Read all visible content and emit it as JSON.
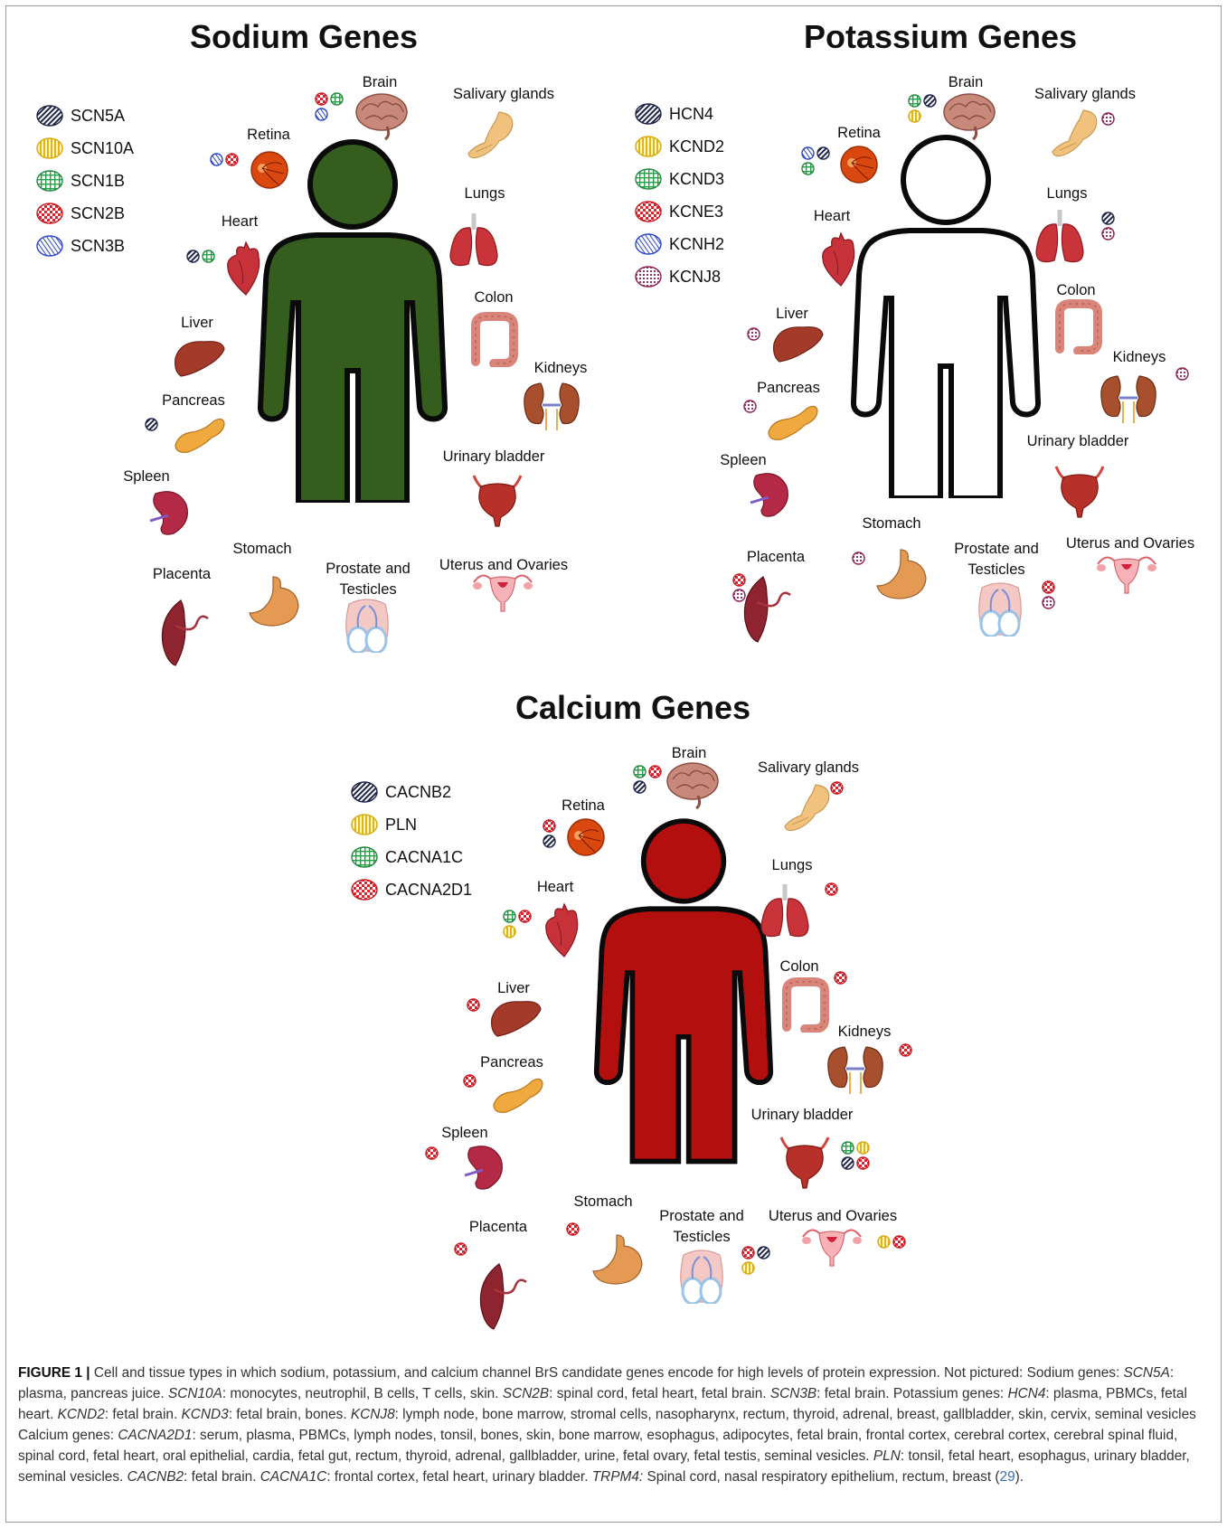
{
  "panels": [
    {
      "id": "sodium",
      "title": "Sodium Genes",
      "body_color": "#355E1E",
      "legend": [
        {
          "gene": "SCN5A",
          "pattern": "diag-navy"
        },
        {
          "gene": "SCN10A",
          "pattern": "vert-yellow"
        },
        {
          "gene": "SCN1B",
          "pattern": "grid-green"
        },
        {
          "gene": "SCN2B",
          "pattern": "check-red"
        },
        {
          "gene": "SCN3B",
          "pattern": "hatch-blue"
        }
      ],
      "organs": {
        "brain": {
          "label": "Brain",
          "markers": [
            "check-red",
            "grid-green",
            "hatch-blue"
          ]
        },
        "salivary": {
          "label": "Salivary glands",
          "markers": []
        },
        "retina": {
          "label": "Retina",
          "markers": [
            "hatch-blue",
            "check-red"
          ]
        },
        "lungs": {
          "label": "Lungs",
          "markers": []
        },
        "heart": {
          "label": "Heart",
          "markers": [
            "diag-navy",
            "grid-green"
          ]
        },
        "colon": {
          "label": "Colon",
          "markers": []
        },
        "liver": {
          "label": "Liver",
          "markers": []
        },
        "kidneys": {
          "label": "Kidneys",
          "markers": []
        },
        "pancreas": {
          "label": "Pancreas",
          "markers": [
            "diag-navy"
          ]
        },
        "bladder": {
          "label": "Urinary bladder",
          "markers": []
        },
        "spleen": {
          "label": "Spleen",
          "markers": []
        },
        "stomach": {
          "label": "Stomach",
          "markers": []
        },
        "prostate": {
          "label": "Prostate and Testicles",
          "markers": []
        },
        "uterus": {
          "label": "Uterus and Ovaries",
          "markers": []
        },
        "placenta": {
          "label": "Placenta",
          "markers": []
        }
      }
    },
    {
      "id": "potassium",
      "title": "Potassium Genes",
      "body_color": "#ffffff",
      "legend": [
        {
          "gene": "HCN4",
          "pattern": "diag-navy"
        },
        {
          "gene": "KCND2",
          "pattern": "vert-yellow"
        },
        {
          "gene": "KCND3",
          "pattern": "grid-green"
        },
        {
          "gene": "KCNE3",
          "pattern": "check-red"
        },
        {
          "gene": "KCNH2",
          "pattern": "hatch-blue"
        },
        {
          "gene": "KCNJ8",
          "pattern": "dots-purple"
        }
      ],
      "organs": {
        "brain": {
          "label": "Brain",
          "markers": [
            "grid-green",
            "diag-navy",
            "vert-yellow"
          ]
        },
        "salivary": {
          "label": "Salivary glands",
          "markers": [
            "dots-purple"
          ]
        },
        "retina": {
          "label": "Retina",
          "markers": [
            "hatch-blue",
            "diag-navy",
            "grid-green"
          ]
        },
        "lungs": {
          "label": "Lungs",
          "markers": [
            "diag-navy",
            "dots-purple"
          ]
        },
        "heart": {
          "label": "Heart",
          "markers": []
        },
        "colon": {
          "label": "Colon",
          "markers": []
        },
        "liver": {
          "label": "Liver",
          "markers": [
            "dots-purple"
          ]
        },
        "kidneys": {
          "label": "Kidneys",
          "markers": [
            "dots-purple"
          ]
        },
        "pancreas": {
          "label": "Pancreas",
          "markers": [
            "dots-purple"
          ]
        },
        "bladder": {
          "label": "Urinary bladder",
          "markers": []
        },
        "spleen": {
          "label": "Spleen",
          "markers": []
        },
        "stomach": {
          "label": "Stomach",
          "markers": [
            "dots-purple"
          ]
        },
        "prostate": {
          "label": "Prostate and Testicles",
          "markers": [
            "check-red",
            "dots-purple"
          ]
        },
        "uterus": {
          "label": "Uterus and Ovaries",
          "markers": []
        },
        "placenta": {
          "label": "Placenta",
          "markers": [
            "check-red",
            "dots-purple"
          ]
        }
      }
    },
    {
      "id": "calcium",
      "title": "Calcium Genes",
      "body_color": "#B30F0F",
      "legend": [
        {
          "gene": "CACNB2",
          "pattern": "diag-navy"
        },
        {
          "gene": "PLN",
          "pattern": "vert-yellow"
        },
        {
          "gene": "CACNA1C",
          "pattern": "grid-green"
        },
        {
          "gene": "CACNA2D1",
          "pattern": "check-red"
        }
      ],
      "organs": {
        "brain": {
          "label": "Brain",
          "markers": [
            "grid-green",
            "check-red",
            "diag-navy"
          ]
        },
        "salivary": {
          "label": "Salivary glands",
          "markers": [
            "check-red"
          ]
        },
        "retina": {
          "label": "Retina",
          "markers": [
            "check-red",
            "diag-navy"
          ]
        },
        "lungs": {
          "label": "Lungs",
          "markers": [
            "check-red"
          ]
        },
        "heart": {
          "label": "Heart",
          "markers": [
            "grid-green",
            "check-red",
            "vert-yellow"
          ]
        },
        "colon": {
          "label": "Colon",
          "markers": [
            "check-red"
          ]
        },
        "liver": {
          "label": "Liver",
          "markers": [
            "check-red"
          ]
        },
        "kidneys": {
          "label": "Kidneys",
          "markers": [
            "check-red"
          ]
        },
        "pancreas": {
          "label": "Pancreas",
          "markers": [
            "check-red"
          ]
        },
        "bladder": {
          "label": "Urinary bladder",
          "markers": [
            "grid-green",
            "vert-yellow",
            "diag-navy",
            "check-red"
          ]
        },
        "spleen": {
          "label": "Spleen",
          "markers": [
            "check-red"
          ]
        },
        "stomach": {
          "label": "Stomach",
          "markers": [
            "check-red"
          ]
        },
        "prostate": {
          "label": "Prostate and Testicles",
          "markers": [
            "check-red",
            "diag-navy",
            "vert-yellow"
          ]
        },
        "uterus": {
          "label": "Uterus and Ovaries",
          "markers": [
            "vert-yellow",
            "check-red"
          ]
        },
        "placenta": {
          "label": "Placenta",
          "markers": [
            "check-red"
          ]
        }
      }
    }
  ],
  "caption": {
    "lead": "FIGURE 1 |",
    "intro": " Cell and tissue types in which sodium, potassium, and calcium channel BrS candidate genes encode for high levels of protein expression. Not pictured: Sodium genes: ",
    "parts": [
      {
        "gene": "SCN5A",
        "text": ": plasma, pancreas juice. "
      },
      {
        "gene": "SCN10A",
        "text": ": monocytes, neutrophil, B cells, T cells, skin. "
      },
      {
        "gene": "SCN2B",
        "text": ": spinal cord, fetal heart, fetal brain. "
      },
      {
        "gene": "SCN3B",
        "text": ": fetal brain. Potassium genes: "
      },
      {
        "gene": "HCN4",
        "text": ": plasma, PBMCs, fetal heart. "
      },
      {
        "gene": "KCND2",
        "text": ": fetal brain. "
      },
      {
        "gene": "KCND3",
        "text": ": fetal brain, bones. "
      },
      {
        "gene": "KCNJ8",
        "text": ": lymph node, bone marrow, stromal cells, nasopharynx, rectum, thyroid, adrenal, breast, gallbladder, skin, cervix, seminal vesicles Calcium genes: "
      },
      {
        "gene": "CACNA2D1",
        "text": ": serum, plasma, PBMCs, lymph nodes, tonsil, bones, skin, bone marrow, esophagus, adipocytes, fetal brain, frontal cortex, cerebral cortex, cerebral spinal fluid, spinal cord, fetal heart, oral epithelial, cardia, fetal gut, rectum, thyroid, adrenal, gallbladder, urine, fetal ovary, fetal testis, seminal vesicles. "
      },
      {
        "gene": "PLN",
        "text": ": tonsil, fetal heart, esophagus, urinary bladder, seminal vesicles. "
      },
      {
        "gene": "CACNB2",
        "text": ": fetal brain. "
      },
      {
        "gene": "CACNA1C",
        "text": ": frontal cortex, fetal heart, urinary bladder. "
      },
      {
        "gene": "TRPM4:",
        "text": " Spinal cord, nasal respiratory epithelium, rectum, breast ("
      }
    ],
    "ref": "29",
    "end": ")."
  }
}
